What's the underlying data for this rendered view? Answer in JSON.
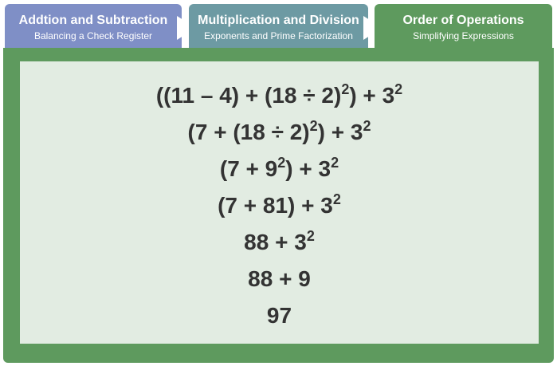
{
  "tabs": [
    {
      "title": "Addtion and Subtraction",
      "subtitle": "Balancing a Check Register",
      "color": "#7f8fc6"
    },
    {
      "title": "Multiplication and Division",
      "subtitle": "Exponents and Prime Factorization",
      "color": "#6d9aa3"
    },
    {
      "title": "Order of Operations",
      "subtitle": "Simplifying Expressions",
      "color": "#5e9a5e",
      "active": true
    }
  ],
  "steps": [
    {
      "before": "((11 – 4) + (18 ÷ 2)",
      "exp1": "2",
      "middle": ") + 3",
      "exp2": "2"
    },
    {
      "before": "(7 + (18 ÷ 2)",
      "exp1": "2",
      "middle": ") + 3",
      "exp2": "2"
    },
    {
      "before": "(7 + 9",
      "exp1": "2",
      "middle": ") + 3",
      "exp2": "2"
    },
    {
      "before": "(7 + 81) + 3",
      "exp1": "2"
    },
    {
      "before": "88 + 3",
      "exp1": "2"
    },
    {
      "before": "88 + 9"
    },
    {
      "before": "97"
    }
  ]
}
